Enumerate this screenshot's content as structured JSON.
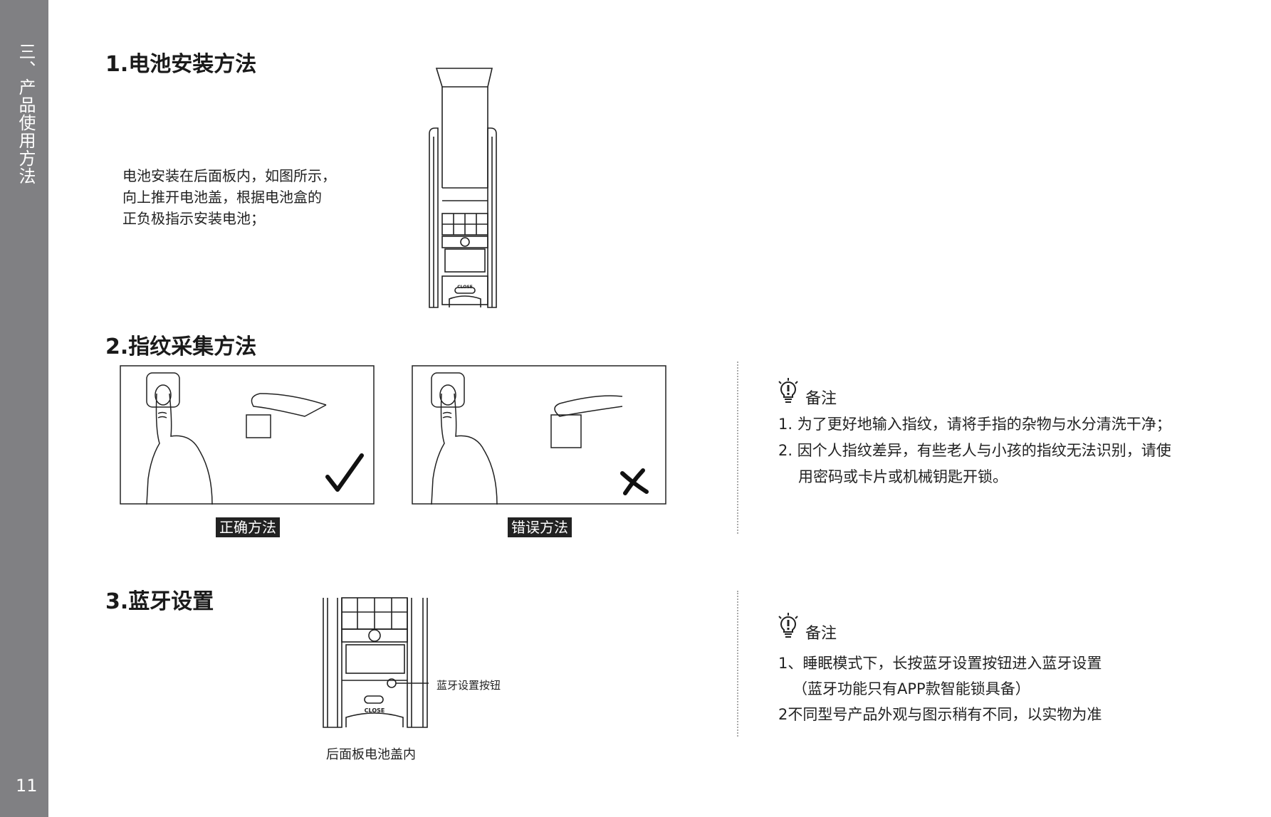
{
  "sidebar": {
    "title": "三、产品使用方法",
    "page_number": "11"
  },
  "section1": {
    "heading": "1.电池安装方法",
    "paragraph": [
      "电池安装在后面板内，如图所示，",
      "向上推开电池盖，根据电池盒的",
      "正负极指示安装电池；"
    ],
    "device_label": "CLOSE"
  },
  "section2": {
    "heading": "2.指纹采集方法",
    "correct_label": "正确方法",
    "wrong_label": "错误方法",
    "note": {
      "title": "备注",
      "lines": [
        "1. 为了更好地输入指纹，请将手指的杂物与水分清洗干净；",
        "2. 因个人指纹差异，有些老人与小孩的指纹无法识别，请使",
        "用密码或卡片或机械钥匙开锁。"
      ]
    }
  },
  "section3": {
    "heading": "3.蓝牙设置",
    "callout": "蓝牙设置按钮",
    "caption": "后面板电池盖内",
    "device_label": "CLOSE",
    "note": {
      "title": "备注",
      "lines": [
        "1、睡眠模式下，长按蓝牙设置按钮进入蓝牙设置",
        "（蓝牙功能只有APP款智能锁具备）",
        "2不同型号产品外观与图示稍有不同，以实物为准"
      ]
    }
  },
  "icons": {
    "note_icon": "lightbulb-exclamation-icon",
    "correct_icon": "checkmark-icon",
    "wrong_icon": "cross-icon"
  }
}
